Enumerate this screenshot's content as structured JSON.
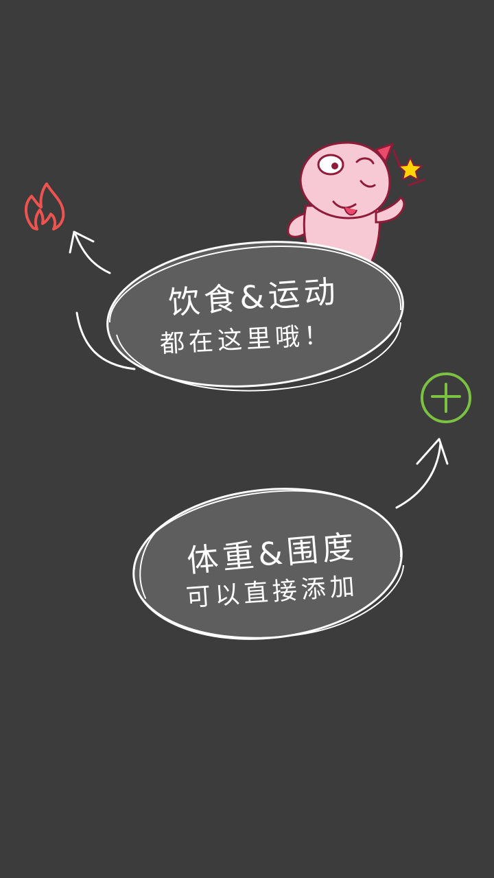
{
  "overlay": {
    "diet_bubble": {
      "line1": "饮食&运动",
      "line2": "都在这里哦！"
    },
    "weight_bubble": {
      "line1": "体重&围度",
      "line2": "可以直接添加"
    }
  },
  "colors": {
    "background": "#3c3c3c",
    "bubble_fill": "#5e5e5e",
    "outline": "#ffffff",
    "flame": "#ef5350",
    "plus": "#7cc242",
    "mascot_body": "#f7c9d4",
    "mascot_outline": "#8e1b38"
  },
  "icons": {
    "flame": "flame-icon",
    "plus": "plus-circle-icon",
    "mascot": "mascot-icon",
    "star": "star-icon"
  }
}
